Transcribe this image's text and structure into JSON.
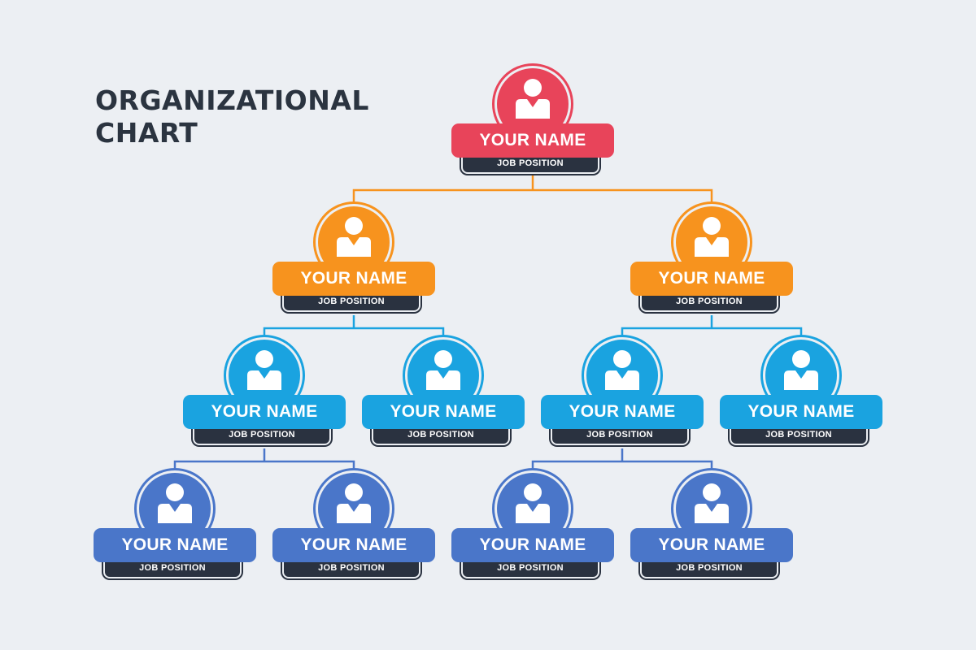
{
  "title": {
    "line1": "ORGANIZATIONAL",
    "line2": "CHART"
  },
  "colors": {
    "level1": "#e8445a",
    "level2": "#f7931e",
    "level3": "#1aa3e0",
    "level4": "#4a76c9",
    "job_bg": "#2a3240"
  },
  "nodes": [
    {
      "name": "YOUR NAME",
      "position": "JOB POSITION"
    },
    {
      "name": "YOUR NAME",
      "position": "JOB POSITION"
    },
    {
      "name": "YOUR NAME",
      "position": "JOB POSITION"
    },
    {
      "name": "YOUR NAME",
      "position": "JOB POSITION"
    },
    {
      "name": "YOUR NAME",
      "position": "JOB POSITION"
    },
    {
      "name": "YOUR NAME",
      "position": "JOB POSITION"
    },
    {
      "name": "YOUR NAME",
      "position": "JOB POSITION"
    },
    {
      "name": "YOUR NAME",
      "position": "JOB POSITION"
    },
    {
      "name": "YOUR NAME",
      "position": "JOB POSITION"
    },
    {
      "name": "YOUR NAME",
      "position": "JOB POSITION"
    },
    {
      "name": "YOUR NAME",
      "position": "JOB POSITION"
    }
  ]
}
